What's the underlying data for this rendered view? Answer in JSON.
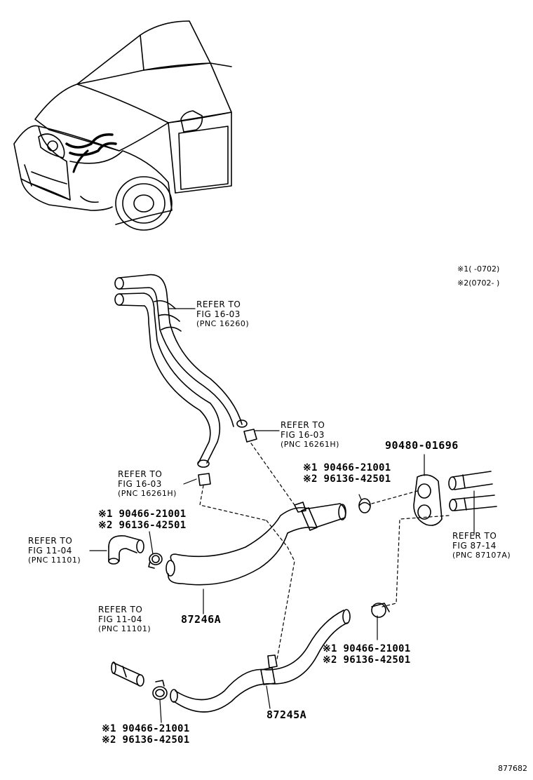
{
  "legend": {
    "note1": "※1(        -0702)",
    "note2": "※2(0702-        )"
  },
  "references": {
    "fig1603_top": {
      "l1": "REFER TO",
      "l2": "FIG 16-03",
      "l3": "(PNC 16260)"
    },
    "fig1603_mid": {
      "l1": "REFER TO",
      "l2": "FIG 16-03",
      "l3": "(PNC 16261H)"
    },
    "fig1603_left": {
      "l1": "REFER TO",
      "l2": "FIG 16-03",
      "l3": "(PNC 16261H)"
    },
    "fig1104_a": {
      "l1": "REFER TO",
      "l2": "FIG 11-04",
      "l3": "(PNC 11101)"
    },
    "fig1104_b": {
      "l1": "REFER TO",
      "l2": "FIG 11-04",
      "l3": "(PNC 11101)"
    },
    "fig8714": {
      "l1": "REFER TO",
      "l2": "FIG 87-14",
      "l3": "(PNC 87107A)"
    }
  },
  "parts": {
    "grommet": "90480-01696",
    "hose_upper": "87246A",
    "hose_lower": "87245A",
    "clamp_top_right": {
      "p1": "※1 90466-21001",
      "p2": "※2 96136-42501"
    },
    "clamp_left": {
      "p1": "※1 90466-21001",
      "p2": "※2 96136-42501"
    },
    "clamp_mid_right": {
      "p1": "※1 90466-21001",
      "p2": "※2 96136-42501"
    },
    "clamp_bottom": {
      "p1": "※1 90466-21001",
      "p2": "※2 96136-42501"
    }
  },
  "figure_id": "877682"
}
